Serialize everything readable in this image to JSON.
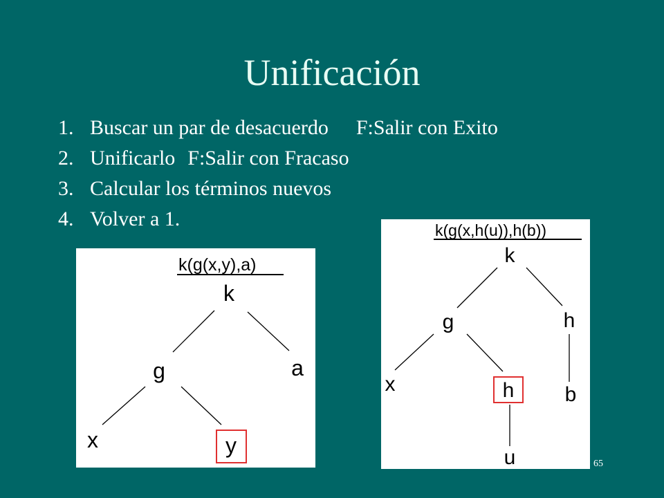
{
  "slide": {
    "title": "Unificación",
    "page_number": "65"
  },
  "steps": [
    {
      "num": "1.",
      "text": "Buscar un par de desacuerdo",
      "extra": "F:Salir con Exito"
    },
    {
      "num": "2.",
      "text": "Unificarlo",
      "extra": "F:Salir con Fracaso"
    },
    {
      "num": "3.",
      "text": "Calcular los términos nuevos",
      "extra": ""
    },
    {
      "num": "4.",
      "text": "Volver a 1.",
      "extra": ""
    }
  ],
  "tree1": {
    "expression": "k(g(x,y),a)",
    "nodes": {
      "root": "k",
      "left": "g",
      "right": "a",
      "left_left": "x",
      "left_right": "y"
    },
    "highlighted": "y"
  },
  "tree2": {
    "expression": "k(g(x,h(u)),h(b))",
    "nodes": {
      "root": "k",
      "left": "g",
      "right": "h",
      "left_left": "x",
      "left_right": "h",
      "left_right_child": "u",
      "right_child": "b"
    },
    "highlighted": "h (child of g)"
  },
  "colors": {
    "background": "#006666",
    "title": "#e8fcf4",
    "text": "#ffffff",
    "highlight_box": "#e03030"
  }
}
